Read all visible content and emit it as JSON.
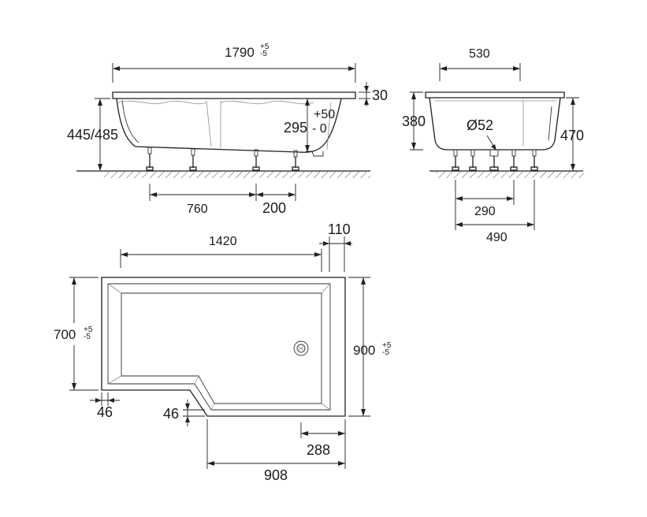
{
  "side_view": {
    "length": "1790",
    "length_tol_plus": "+5",
    "length_tol_minus": "-5",
    "rim_thickness": "30",
    "height": "445/485",
    "inner_depth": "295",
    "inner_depth_tol_plus": "+50",
    "inner_depth_tol_minus": "- 0",
    "leg_span_1": "760",
    "leg_span_2": "200"
  },
  "end_view": {
    "width_top": "530",
    "depth": "380",
    "drain": "Ø52",
    "height": "470",
    "leg_span_inner": "290",
    "leg_span_outer": "490"
  },
  "plan_view": {
    "long_length": "1420",
    "offset": "110",
    "narrow_width": "700",
    "narrow_width_tol_plus": "+5",
    "narrow_width_tol_minus": "-5",
    "wide_width": "900",
    "wide_width_tol_plus": "+5",
    "wide_width_tol_minus": "-5",
    "rim_left": "46",
    "rim_bottom": "46",
    "drain_offset": "288",
    "wide_section_length": "908"
  },
  "colors": {
    "line": "#1e1e1e",
    "hatch": "#555555",
    "gray_line": "#8c8c8c"
  }
}
